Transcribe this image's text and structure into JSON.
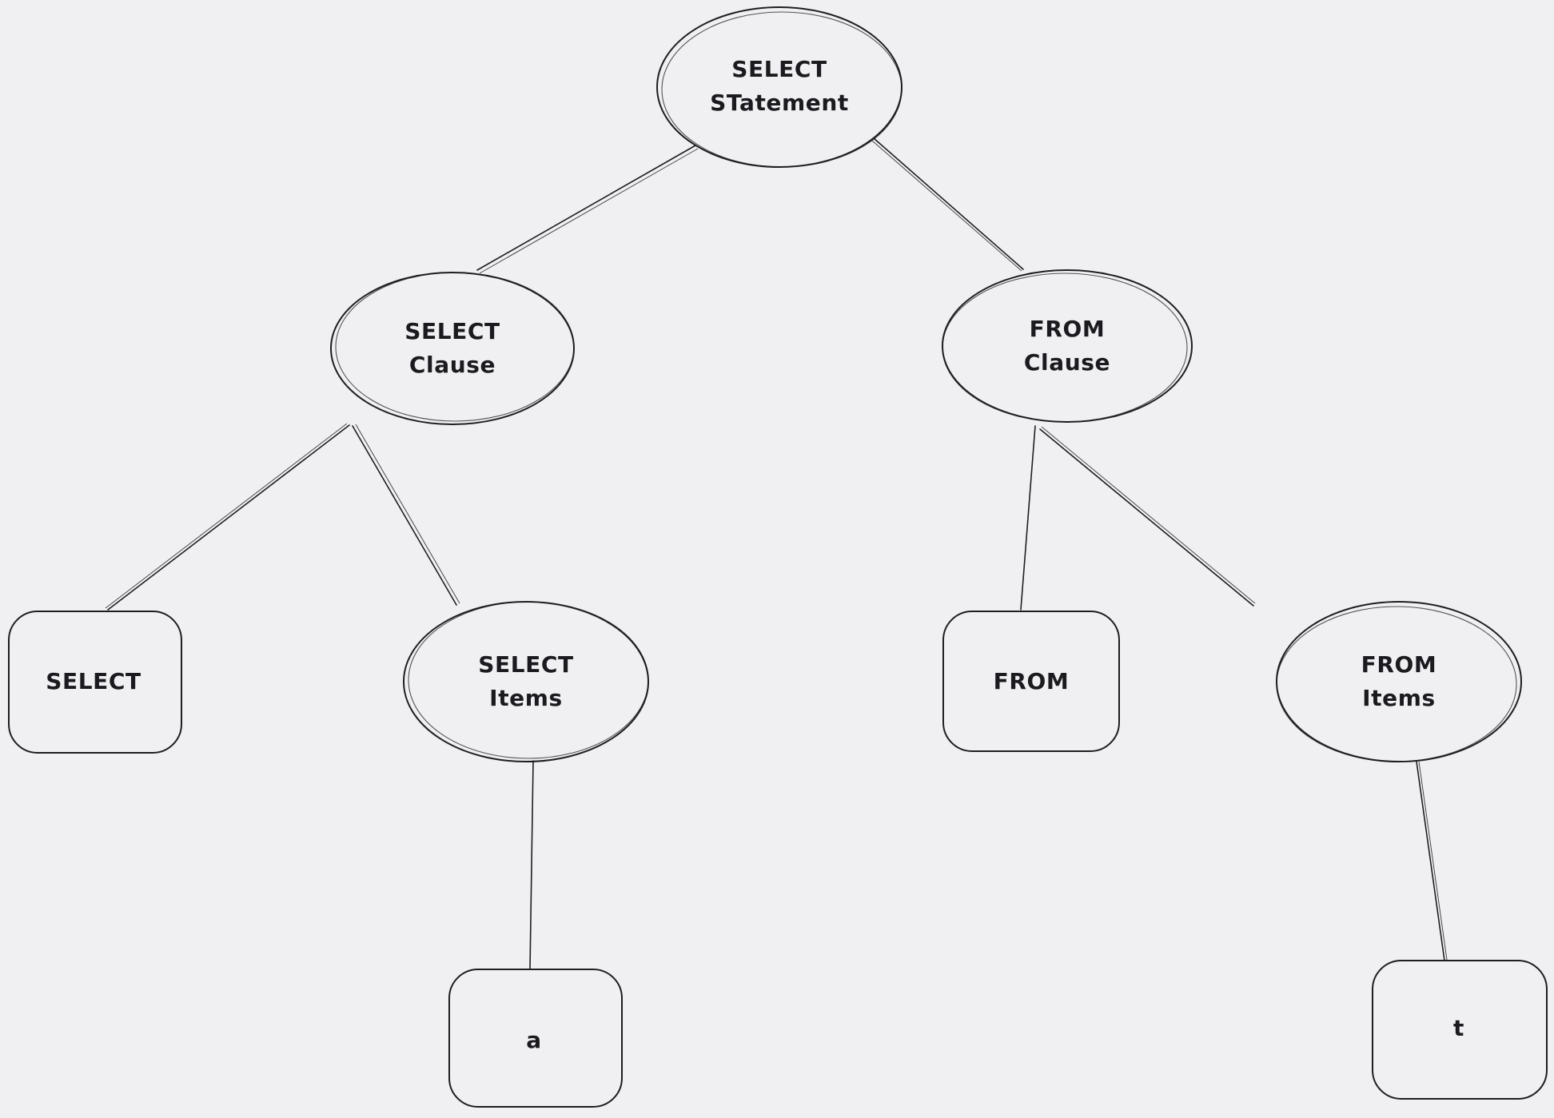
{
  "diagram": {
    "background_color": "#f0f0f3",
    "stroke_color": "#1e1e1e",
    "nodes": [
      {
        "id": "select-statement",
        "shape": "ellipse",
        "line1": "SELECT",
        "line2": "STatement"
      },
      {
        "id": "select-clause",
        "shape": "ellipse",
        "line1": "SELECT",
        "line2": "Clause"
      },
      {
        "id": "from-clause",
        "shape": "ellipse",
        "line1": "FROM",
        "line2": "Clause"
      },
      {
        "id": "select-keyword",
        "shape": "rectangle",
        "line1": "SELECT",
        "line2": ""
      },
      {
        "id": "select-items",
        "shape": "ellipse",
        "line1": "SELECT",
        "line2": "Items"
      },
      {
        "id": "from-keyword",
        "shape": "rectangle",
        "line1": "FROM",
        "line2": ""
      },
      {
        "id": "from-items",
        "shape": "ellipse",
        "line1": "FROM",
        "line2": "Items"
      },
      {
        "id": "item-a",
        "shape": "rectangle",
        "line1": "a",
        "line2": ""
      },
      {
        "id": "item-t",
        "shape": "rectangle",
        "line1": "t",
        "line2": ""
      }
    ],
    "edges": [
      {
        "from": "select-statement",
        "to": "select-clause"
      },
      {
        "from": "select-statement",
        "to": "from-clause"
      },
      {
        "from": "select-clause",
        "to": "select-keyword"
      },
      {
        "from": "select-clause",
        "to": "select-items"
      },
      {
        "from": "from-clause",
        "to": "from-keyword"
      },
      {
        "from": "from-clause",
        "to": "from-items"
      },
      {
        "from": "select-items",
        "to": "item-a"
      },
      {
        "from": "from-items",
        "to": "item-t"
      }
    ]
  }
}
